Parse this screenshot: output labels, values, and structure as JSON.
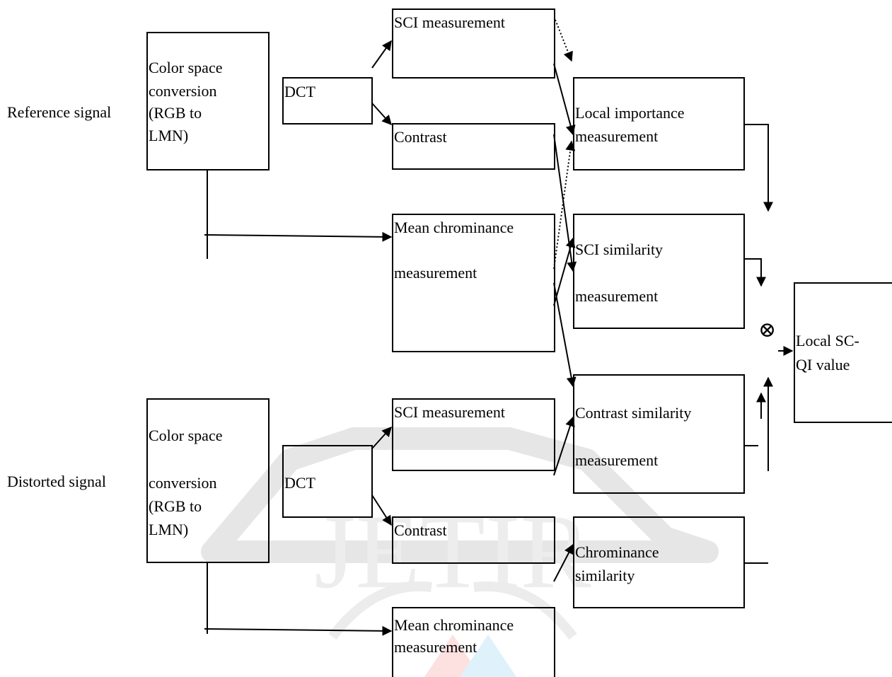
{
  "labels": {
    "reference_signal": "Reference signal",
    "distorted_signal": "Distorted signal"
  },
  "reference": {
    "color_space": {
      "line1": "Color space",
      "line2": "conversion",
      "line3": "(RGB to",
      "line4": "LMN)"
    },
    "dct": "DCT",
    "sci_measurement": "SCI measurement",
    "contrast": "Contrast",
    "mean_chrominance": {
      "line1": "Mean chrominance",
      "line2": "measurement"
    }
  },
  "distorted": {
    "color_space": {
      "line1": "Color space",
      "line2": "conversion",
      "line3": "(RGB to",
      "line4": "LMN)"
    },
    "dct": "DCT",
    "sci_measurement": "SCI measurement",
    "contrast": "Contrast",
    "mean_chrominance": {
      "line1": "Mean chrominance",
      "line2": "measurement"
    }
  },
  "similarity": {
    "local_importance": {
      "line1": "Local importance",
      "line2": "measurement"
    },
    "sci_similarity": {
      "line1": "SCI similarity",
      "line2": "measurement"
    },
    "contrast_similarity": {
      "line1": "Contrast similarity",
      "line2": "measurement"
    },
    "chrominance_similarity": {
      "line1": "Chrominance",
      "line2": "similarity"
    }
  },
  "output": {
    "line1": "Local SC-",
    "line2": "QI value"
  },
  "multiply_symbol": "⊗",
  "watermark": "JETIR"
}
